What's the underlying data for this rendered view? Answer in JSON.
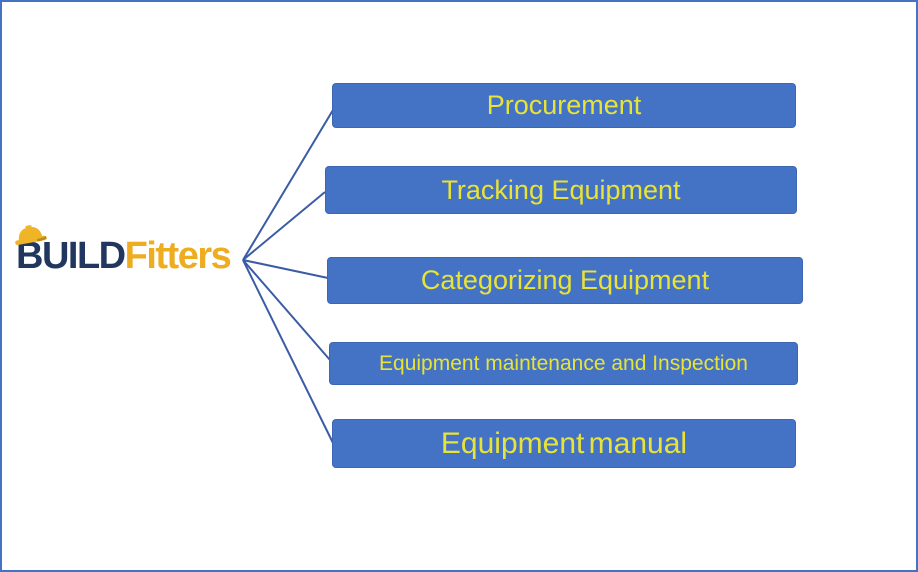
{
  "logo": {
    "build_text": "BUILD",
    "fitters_text": "Fitters",
    "hat_icon": "hard-hat-icon"
  },
  "nodes": [
    {
      "label": "Procurement"
    },
    {
      "label": "Tracking Equipment"
    },
    {
      "label": "Categorizing Equipment"
    },
    {
      "label": "Equipment maintenance and Inspection"
    },
    {
      "label": "Equipment manual"
    }
  ],
  "colors": {
    "node_fill": "#4472C4",
    "node_border": "#3D66B2",
    "node_text": "#E8E337",
    "connector_line": "#3A5BA5",
    "canvas_border": "#4472C4",
    "logo_build": "#21375F",
    "logo_fitters": "#EEAD21",
    "hat_gold": "#F0B428"
  }
}
